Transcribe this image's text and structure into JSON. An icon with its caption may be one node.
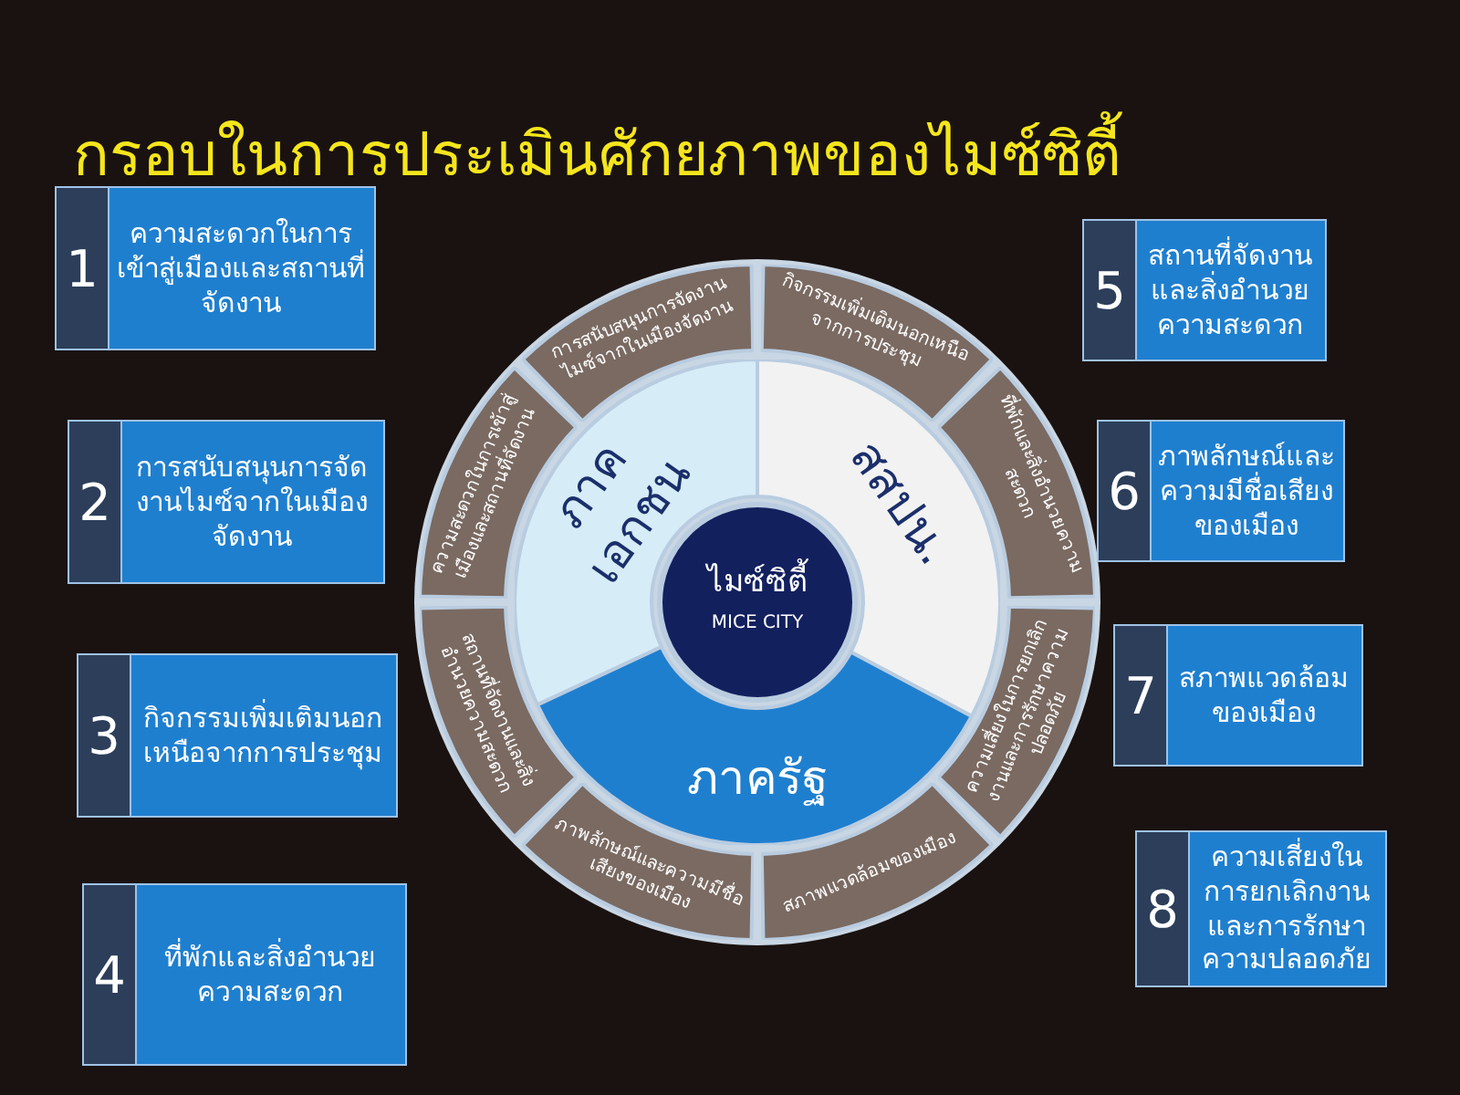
{
  "diagram": {
    "title": "กรอบในการประเมินศักยภาพของไมซ์ซิตี้",
    "nodes": [
      {
        "text": [
          "1",
          "ความสะดวกในการเข้าสู่เมืองและสถานที่จัดงาน"
        ]
      },
      {
        "text": [
          "2",
          "การสนับสนุนการจัดงานไมซ์จากในเมืองจัดงาน"
        ]
      },
      {
        "text": [
          "3",
          "กิจกรรมเพิ่มเติมนอกเหนือจากการประชุม"
        ]
      },
      {
        "text": [
          "4",
          "ที่พักและสิ่งอำนวยความสะดวก"
        ]
      },
      {
        "text": [
          "5",
          "สถานที่จัดงานและสิ่งอำนวยความสะดวก"
        ]
      },
      {
        "text": [
          "6",
          "ภาพลักษณ์และความมีชื่อเสียงของเมือง"
        ]
      },
      {
        "text": [
          "7",
          "สภาพแวดล้อมของเมือง"
        ]
      },
      {
        "text": [
          "8",
          "ความเสี่ยงในการยกเลิกงานและการรักษาความปลอดภัย"
        ]
      },
      {
        "text": [
          "ไมซ์ซิตี้",
          "MICE CITY"
        ]
      },
      {
        "text": [
          "ภาคเอกชน"
        ]
      },
      {
        "text": [
          "สสปน."
        ]
      },
      {
        "text": [
          "ภาครัฐ"
        ]
      },
      {
        "text": [
          "การสนับสนุนการจัดงานไมซ์จากในเมืองจัดงาน"
        ]
      },
      {
        "text": [
          "กิจกรรมเพิ่มเติมนอกเหนือจากการประชุม"
        ]
      },
      {
        "text": [
          "ที่พักและสิ่งอำนวยความสะดวก"
        ]
      },
      {
        "text": [
          "ความเสี่ยงในการยกเลิกงานและการรักษาความปลอดภัย"
        ]
      },
      {
        "text": [
          "สภาพแวดล้อมของเมือง"
        ]
      },
      {
        "text": [
          "ภาพลักษณ์และความมีชื่อเสียงของเมือง"
        ]
      },
      {
        "text": [
          "สถานที่จัดงานและสิ่งอำนวยความสะดวก"
        ]
      },
      {
        "text": [
          "ความสะดวกในการเข้าสู่เมืองและสถานที่จัดงาน"
        ]
      }
    ]
  }
}
